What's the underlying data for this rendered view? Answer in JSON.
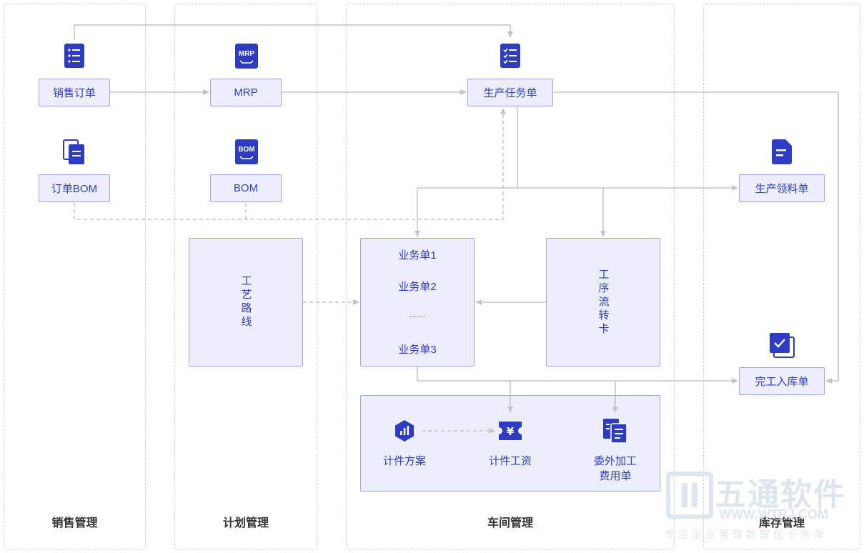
{
  "lanes": {
    "sales": "销售管理",
    "plan": "计划管理",
    "shop": "车间管理",
    "stock": "库存管理"
  },
  "nodes": {
    "sales_order": "销售订单",
    "order_bom": "订单BOM",
    "mrp": "MRP",
    "bom": "BOM",
    "routing": "工艺路线",
    "prod_task": "生产任务单",
    "biz1": "业务单1",
    "biz2": "业务单2",
    "biz_dots": "……",
    "biz3": "业务单3",
    "process_card": "工序流转卡",
    "piece_plan": "计件方案",
    "piece_wage": "计件工资",
    "outsource_l1": "委外加工",
    "outsource_l2": "费用单",
    "material_req": "生产领料单",
    "finish_in": "完工入库单"
  },
  "icons": {
    "sales_order": "list-icon",
    "order_bom": "document-stack-icon",
    "mrp": "mrp-icon",
    "mrp_text": "MRP",
    "bom": "bom-icon",
    "bom_text": "BOM",
    "prod_task": "checklist-icon",
    "material_req": "document-icon",
    "finish_in": "check-square-icon",
    "piece_plan": "chart-hexagon-icon",
    "piece_wage": "yen-ticket-icon",
    "yen_glyph": "¥",
    "outsource": "document-copy-icon"
  },
  "colors": {
    "accent": "#2e3cc4",
    "box_fill": "#eceefb",
    "box_border": "#9ca6e6",
    "arrow": "#c4c4c4"
  },
  "watermark": {
    "brand": "五通软件",
    "url": "WWW.WTRJ.COM",
    "slogan": "专注企业管理数智化十余年"
  }
}
